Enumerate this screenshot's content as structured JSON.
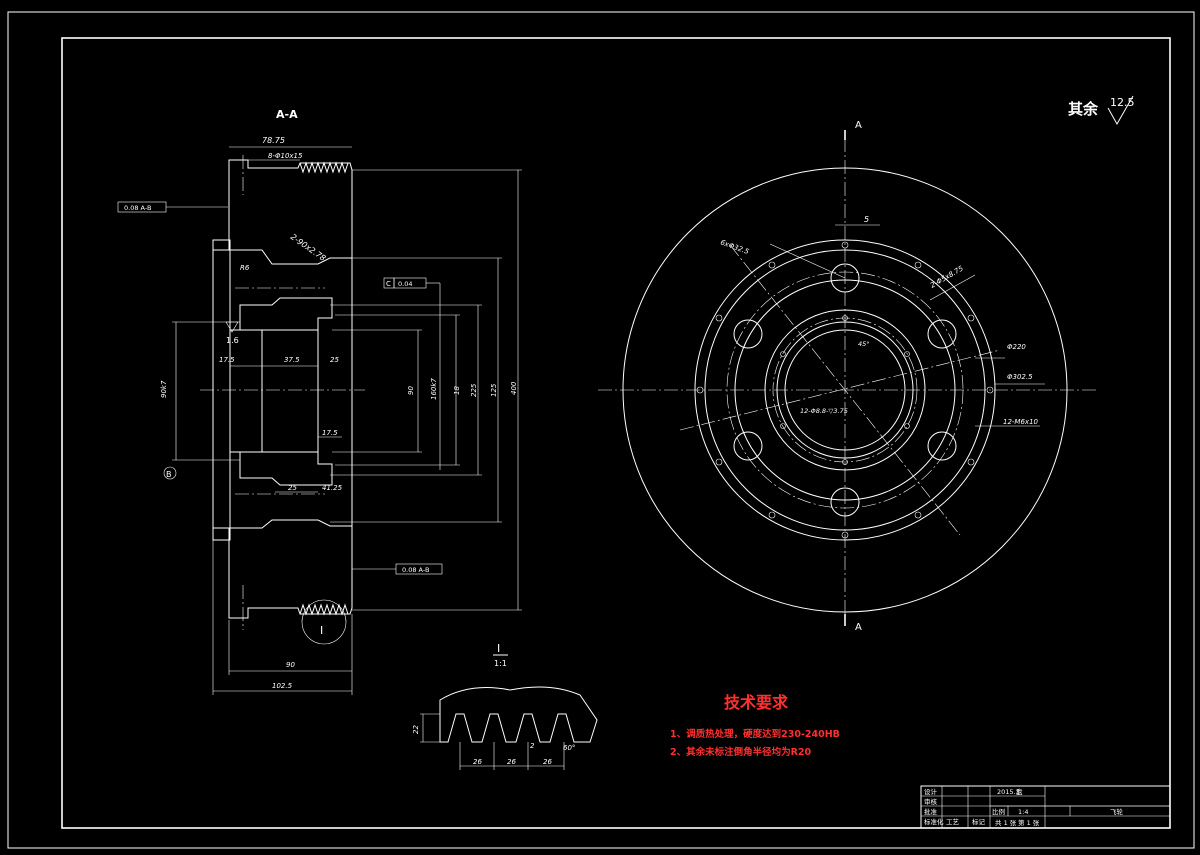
{
  "roughness": {
    "label": "其余",
    "value": "12.5"
  },
  "section_view": {
    "title": "A-A",
    "dims": {
      "top_width": "78.75",
      "holes": "8-Φ10x15",
      "chamfer": "2-90x2.78",
      "r6": "R6",
      "c_flatness": "0.04",
      "c_label": "C",
      "left_17_5": "17.5",
      "mid_37_5": "37.5",
      "mid_25": "25",
      "small_17_5": "17.5",
      "d_90": "90",
      "d_160k7": "160k7",
      "d_18": "18",
      "d_125": "125",
      "d_225": "225",
      "d_400": "400",
      "left_90k7": "90k7",
      "bottom_25": "25",
      "bottom_41_25": "41.25",
      "w_90": "90",
      "w_102_5": "102.5",
      "rough_1_6": "1.6",
      "datum_b": "B",
      "runout_top": "0.08 A-B",
      "runout_bottom": "0.08 A-B",
      "detail_marker": "I"
    }
  },
  "plan_view": {
    "section_a_top": "A",
    "section_a_bottom": "A",
    "dims": {
      "dim_5": "5",
      "six_holes": "6xΦ32.5",
      "two_holes": "2-Φ5x8.75",
      "d_220": "Φ220",
      "d_302_5": "Φ302.5",
      "twelve_m": "12-M6x10",
      "twelve_inner": "12-Φ8.8-▽3.75",
      "angle": "45°"
    }
  },
  "detail": {
    "title": "I",
    "scale": "1:1",
    "d_22": "22",
    "d_26a": "26",
    "d_26b": "26",
    "d_26c": "26",
    "d_2": "2",
    "angle": "60°"
  },
  "tech": {
    "title": "技术要求",
    "items": [
      "1、调质热处理，硬度达到230-240HB",
      "2、其余未标注倒角半径均为R20"
    ]
  },
  "title_block": {
    "design": "设计",
    "check": "审核",
    "approve": "批准",
    "date": "2015.3",
    "part": "盘",
    "scale_label": "比例",
    "scale": "1:4",
    "drawing": "飞轮",
    "sheets": "共 1 张",
    "sheet": "第 1 张",
    "tech_label": "工艺",
    "std_label": "标准化",
    "mark": "标记"
  }
}
